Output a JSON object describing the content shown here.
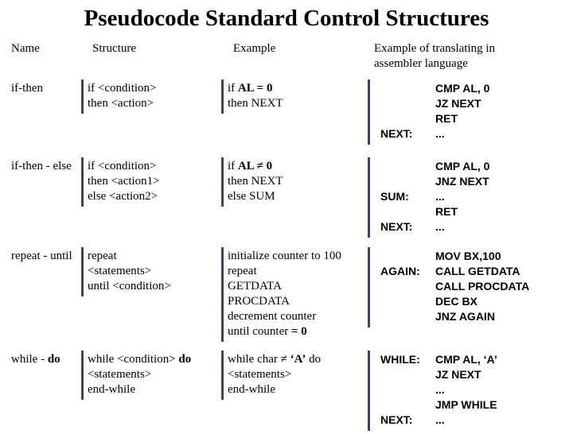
{
  "title": "Pseudocode Standard Control Structures",
  "colors": {
    "background": "#ffffff",
    "text": "#000000",
    "bar": "#3f3f6e"
  },
  "header": {
    "name": "Name",
    "structure": "Structure",
    "example": "Example",
    "assembler": "Example of translating in assembler language"
  },
  "rows": [
    {
      "name": "if-then",
      "structure": [
        "if <condition>",
        "then <action>"
      ],
      "example": [
        {
          "pre": "if ",
          "bold": "AL = 0",
          "post": ""
        },
        "then NEXT"
      ],
      "assembler": [
        {
          "label": "",
          "code": "CMP AL, 0"
        },
        {
          "label": "",
          "code": "JZ NEXT"
        },
        {
          "label": "",
          "code": "RET"
        },
        {
          "label": "NEXT:",
          "code": "..."
        }
      ]
    },
    {
      "name": "if-then - else",
      "structure": [
        "if <condition>",
        "then <action1>",
        "else <action2>"
      ],
      "example": [
        {
          "pre": "if ",
          "bold": "AL ≠ 0",
          "post": ""
        },
        "then NEXT",
        "else SUM"
      ],
      "assembler": [
        {
          "label": "",
          "code": "CMP AL, 0"
        },
        {
          "label": "",
          "code": "JNZ NEXT"
        },
        {
          "label": "SUM:",
          "code": "..."
        },
        {
          "label": "",
          "code": "RET"
        },
        {
          "label": "NEXT:",
          "code": "..."
        }
      ]
    },
    {
      "name": "repeat - until",
      "structure": [
        "repeat",
        "<statements>",
        "until <condition>"
      ],
      "example": [
        "initialize counter to 100",
        "repeat",
        "GETDATA",
        "PROCDATA",
        "decrement counter",
        {
          "pre": "until counter ",
          "bold": "= 0",
          "post": ""
        }
      ],
      "assembler": [
        {
          "label": "",
          "code": "MOV BX,100"
        },
        {
          "label": "AGAIN:",
          "code": "CALL GETDATA"
        },
        {
          "label": "",
          "code": "CALL PROCDATA"
        },
        {
          "label": "",
          "code": "DEC BX"
        },
        {
          "label": "",
          "code": "JNZ AGAIN"
        }
      ]
    },
    {
      "name": {
        "pre": "while - ",
        "bold": "do",
        "post": ""
      },
      "structure": [
        {
          "pre": "while <condition> ",
          "bold": "do",
          "post": ""
        },
        "<statements>",
        "end-while"
      ],
      "example": [
        {
          "pre": "while char ≠ ",
          "bold": "‘A’",
          "post": " do"
        },
        "<statements>",
        "end-while"
      ],
      "assembler": [
        {
          "label": "WHILE:",
          "code": "CMP AL, ‘A’"
        },
        {
          "label": "",
          "code": "JZ NEXT"
        },
        {
          "label": "",
          "code": "..."
        },
        {
          "label": "",
          "code": "JMP WHILE"
        },
        {
          "label": "NEXT:",
          "code": "..."
        }
      ]
    }
  ]
}
